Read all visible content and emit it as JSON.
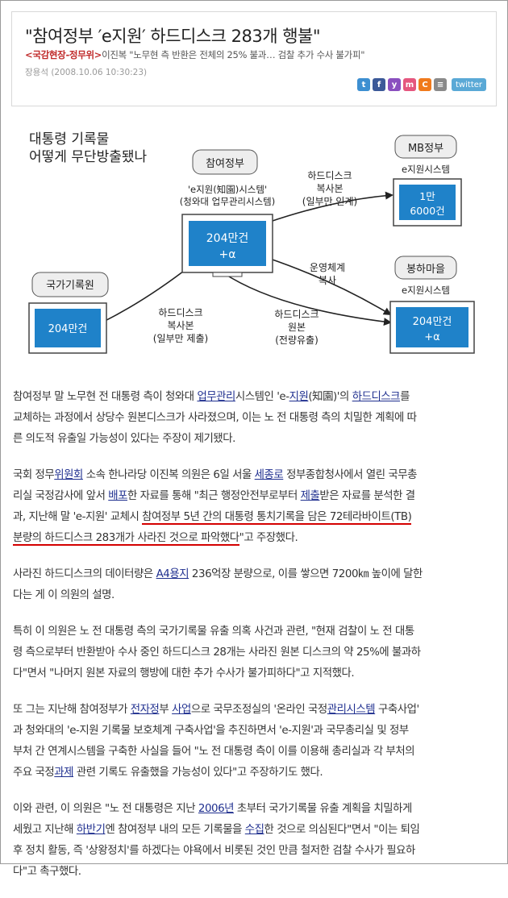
{
  "header": {
    "title": "\"참여정부 ′e지원′ 하드디스크 283개 행불\"",
    "subtitle_category": "<국감현장-정무위>",
    "subtitle_text": "이진복 \"노무현 측 반환은 전체의 25% 불과… 검찰 추가 수사 불가피\"",
    "byline": "장용석 (2008.10.06 10:30:23)",
    "share_icons": [
      "t-icon",
      "facebook-icon",
      "y-icon",
      "m-icon",
      "c-icon",
      "print-icon"
    ],
    "twitter_label": "twitter"
  },
  "graphic": {
    "headline_line1": "대통령 기록물",
    "headline_line2": "어떻게 무단방출됐나",
    "center_label": "참여정부",
    "center_sub1": "'e지원(知園)시스템'",
    "center_sub2": "(청와대 업무관리시스템)",
    "center_value1": "204만건",
    "center_value2": "+α",
    "mb_label": "MB정부",
    "mb_sub": "e지원시스템",
    "mb_value1": "1만",
    "mb_value2": "6000건",
    "bongha_label": "봉하마을",
    "bongha_sub": "e지원시스템",
    "bongha_value1": "204만건",
    "bongha_value2": "+α",
    "archive_label": "국가기록원",
    "archive_value": "204만건",
    "arrow_mb_line1": "하드디스크",
    "arrow_mb_line2": "복사본",
    "arrow_mb_line3": "(일부만 인계)",
    "arrow_os_line1": "운영체계",
    "arrow_os_line2": "복사",
    "arrow_archive_line1": "하드디스크",
    "arrow_archive_line2": "복사본",
    "arrow_archive_line3": "(일부만 제출)",
    "arrow_orig_line1": "하드디스크",
    "arrow_orig_line2": "원본",
    "arrow_orig_line3": "(전량유출)",
    "colors": {
      "screen": "#1f82c9",
      "label_box": "#eeeeee",
      "arrow": "#222222"
    }
  },
  "article": {
    "p1": {
      "l1a": "참여정부 말 노무현 전 대통령 측이 청와대 ",
      "l1link1": "업무관리",
      "l1b": "시스템인 'e-",
      "l1link2": "지원",
      "l1c": "(知園)'의 ",
      "l1link3": "하드디스크",
      "l1d": "를",
      "l2": "교체하는 과정에서 상당수 원본디스크가 사라졌으며, 이는 노 전 대통령 측의 치밀한 계획에 따",
      "l3": "른 의도적 유출일 가능성이 있다는 주장이 제기됐다."
    },
    "p2": {
      "l1a": "국회 정무",
      "l1link1": "위원회",
      "l1b": " 소속 한나라당 이진복 의원은 6일 서울 ",
      "l1link2": "세종로",
      "l1c": " 정부종합청사에서 열린 국무총",
      "l2a": "리실 국정감사에 앞서 ",
      "l2link1": "배포",
      "l2b": "한 자료를 통해 \"최근 행정안전부로부터 ",
      "l2link2": "제출",
      "l2c": "받은 자료를 분석한 결",
      "l3a": "과, 지난해 말 'e-지원' 교체시 ",
      "l3u": "참여정부 5년 간의 대통령 통치기록을 담은 72테라바이트(TB)",
      "l4u": "분량의 하드디스크 283개가 사라진 것으로 파악했다",
      "l4b": "\"고 주장했다."
    },
    "p3": {
      "l1a": "사라진 하드디스크의 데이터량은 ",
      "l1link1": "A4용지",
      "l1b": " 236억장 분량으로, 이를 쌓으면 7200㎞ 높이에 달한",
      "l2": "다는 게 이 의원의 설명."
    },
    "p4": {
      "l1": "특히 이 의원은 노 전 대통령 측의 국가기록물 유출 의혹 사건과 관련, \"현재 검찰이 노 전 대통",
      "l2": "령 측으로부터 반환받아 수사 중인 하드디스크 28개는 사라진 원본 디스크의 약 25%에 불과하",
      "l3": "다\"면서 \"나머지 원본 자료의 행방에 대한 추가 수사가 불가피하다\"고 지적했다."
    },
    "p5": {
      "l1a": "또 그는 지난해 참여정부가 ",
      "l1link1": "전자정",
      "l1b": "부 ",
      "l1link2": "사업",
      "l1c": "으로 국무조정실의 '온라인 국정",
      "l1link3": "관리시스템",
      "l1d": " 구축사업'",
      "l2": "과 청와대의 'e-지원 기록물 보호체계 구축사업'을 추진하면서 'e-지원'과 국무총리실 및 정부",
      "l3": "부처 간 연계시스템을 구축한 사실을 들어 \"노 전 대통령 측이 이를 이용해 총리실과 각 부처의",
      "l4a": "주요 국정",
      "l4link1": "과제",
      "l4b": " 관련 기록도 유출했을 가능성이 있다\"고 주장하기도 했다."
    },
    "p6": {
      "l1a": "이와 관련, 이 의원은 \"노 전 대통령은 지난 ",
      "l1link1": "2006년",
      "l1b": " 초부터 국가기록물 유출 계획을 치밀하게",
      "l2a": "세웠고 지난해 ",
      "l2link1": "하반기",
      "l2b": "엔 참여정부 내의 모든 기록물을 ",
      "l2link2": "수집",
      "l2c": "한 것으로 의심된다\"면서 \"이는 퇴임",
      "l3": "후 정치 활동, 즉 '상왕정치'를 하겠다는 야욕에서 비롯된 것인 만큼 철저한 검찰 수사가 필요하",
      "l4": "다\"고 촉구했다."
    }
  }
}
